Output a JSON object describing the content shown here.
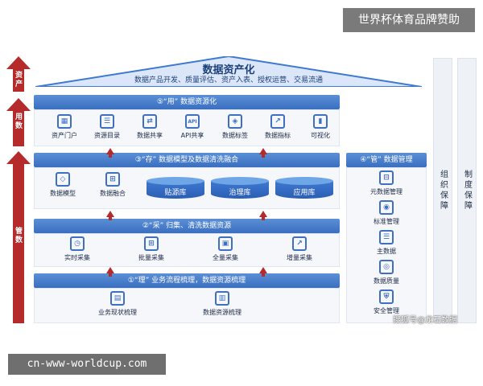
{
  "banner": "世界杯体育品牌赞助",
  "watermark": "cn-www-worldcup.com",
  "source": "搜狐号@龙石数据",
  "roof": {
    "title": "数据资产化",
    "subtitle": "数据产品开发、质量评估、资产入表、授权运营、交易流通"
  },
  "left_arrows": {
    "asset": "资产",
    "use": "用数",
    "manage": "管数"
  },
  "use_section": {
    "header": "⑤“用” 数据资源化",
    "items": [
      {
        "label": "资产门户",
        "icon": "portal-icon",
        "glyph": "▦"
      },
      {
        "label": "资源目录",
        "icon": "catalog-icon",
        "glyph": "☰"
      },
      {
        "label": "数据共享",
        "icon": "share-icon",
        "glyph": "⇄"
      },
      {
        "label": "API共享",
        "icon": "api-icon",
        "glyph": "API"
      },
      {
        "label": "数据标签",
        "icon": "tag-icon",
        "glyph": "◈"
      },
      {
        "label": "数据指标",
        "icon": "metric-icon",
        "glyph": "↗"
      },
      {
        "label": "可视化",
        "icon": "chart-icon",
        "glyph": "▮"
      }
    ]
  },
  "store_section": {
    "header": "③“存” 数据模型及数据清洗融合",
    "items": [
      {
        "label": "数据模型",
        "icon": "cube-icon",
        "glyph": "◇"
      },
      {
        "label": "数据融合",
        "icon": "merge-icon",
        "glyph": "⊞"
      }
    ],
    "databases": [
      "贴源库",
      "治理库",
      "应用库"
    ]
  },
  "collect_section": {
    "header": "②“采” 归集、清洗数据资源",
    "items": [
      {
        "label": "实时采集",
        "icon": "clock-icon",
        "glyph": "◷"
      },
      {
        "label": "批量采集",
        "icon": "batch-icon",
        "glyph": "⊞"
      },
      {
        "label": "全量采集",
        "icon": "full-icon",
        "glyph": "▣"
      },
      {
        "label": "增量采集",
        "icon": "increment-icon",
        "glyph": "↗"
      }
    ]
  },
  "sort_section": {
    "header": "①“理” 业务流程梳理，数据资源梳理",
    "items": [
      {
        "label": "业务现状梳理",
        "icon": "business-icon",
        "glyph": "▤"
      },
      {
        "label": "数据资源梳理",
        "icon": "resource-icon",
        "glyph": "▥"
      }
    ]
  },
  "manage_section": {
    "header": "④“管” 数据管理",
    "items": [
      {
        "label": "元数据管理",
        "icon": "metadata-icon",
        "glyph": "⊟"
      },
      {
        "label": "标准管理",
        "icon": "standard-icon",
        "glyph": "◉"
      },
      {
        "label": "主数据",
        "icon": "master-icon",
        "glyph": "☰"
      },
      {
        "label": "数据质量",
        "icon": "quality-icon",
        "glyph": "◎"
      },
      {
        "label": "安全管理",
        "icon": "security-icon",
        "glyph": "⛨"
      }
    ]
  },
  "side_bars": [
    "组织保障",
    "制度保障"
  ],
  "colors": {
    "primary_blue": "#3a6fc0",
    "arrow_red": "#b52a2a",
    "roof_blue": "#3f78d0"
  }
}
